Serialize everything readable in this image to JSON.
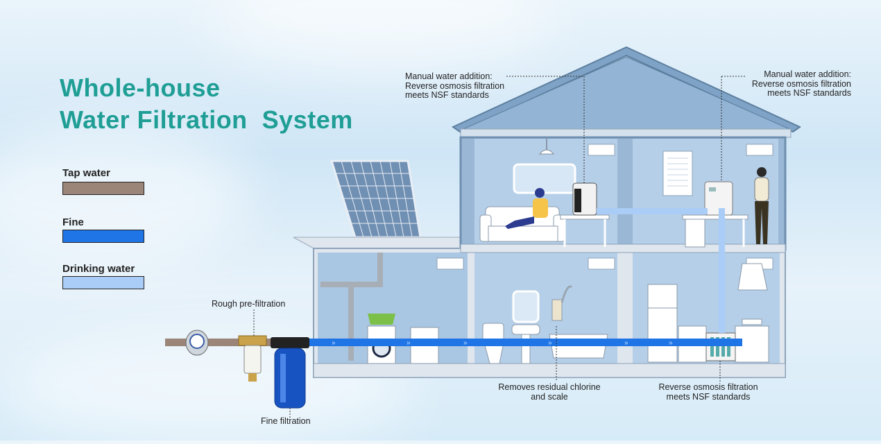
{
  "title": {
    "line1": "Whole-house",
    "line2": "Water Filtration  System"
  },
  "legend": [
    {
      "label": "Tap water",
      "color": "#9b8578"
    },
    {
      "label": "Fine",
      "color": "#1f74e6"
    },
    {
      "label": "Drinking water",
      "color": "#a9cdf6"
    }
  ],
  "annotations": {
    "manual_left": {
      "line1": "Manual water addition:",
      "line2": "Reverse osmosis filtration",
      "line3": "meets NSF standards"
    },
    "manual_right": {
      "line1": "Manual water addition:",
      "line2": "Reverse osmosis filtration",
      "line3": "meets NSF standards"
    },
    "rough": "Rough pre-filtration",
    "fine": "Fine filtration",
    "chlorine": {
      "line1": "Removes residual chlorine",
      "line2": "and scale"
    },
    "ro": {
      "line1": "Reverse osmosis filtration",
      "line2": "meets NSF standards"
    }
  },
  "colors": {
    "house_wall": "#88add0",
    "room_fill": "#b8d2ea",
    "roof": "#7fa3c6",
    "accent": "#1f9e95"
  }
}
